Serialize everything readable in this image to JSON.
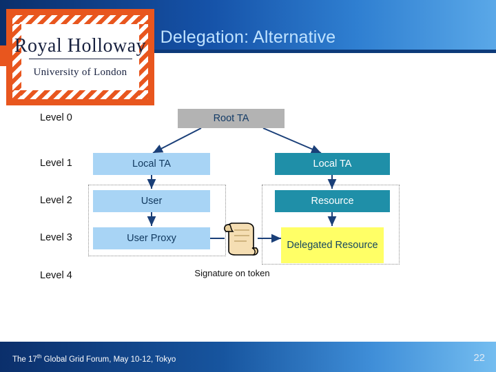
{
  "slide": {
    "title": "Delegation: Alternative",
    "logo": {
      "line1": "Royal Holloway",
      "line2": "University of London"
    },
    "footer": {
      "text_before_sup": "The 17",
      "sup": "th",
      "text_after_sup": " Global Grid Forum, May 10-12, Tokyo",
      "page_number": "22"
    },
    "levels": [
      {
        "label": "Level 0"
      },
      {
        "label": "Level 1"
      },
      {
        "label": "Level 2"
      },
      {
        "label": "Level 3"
      },
      {
        "label": "Level 4"
      }
    ],
    "nodes": {
      "root_ta": "Root TA",
      "local_ta_left": "Local TA",
      "local_ta_right": "Local TA",
      "user": "User",
      "resource": "Resource",
      "user_proxy": "User Proxy",
      "delegated_resource": "Delegated Resource"
    },
    "annotations": {
      "signature_on_token": "Signature on token",
      "scroll_icon": "scroll-token-icon"
    },
    "colors": {
      "root_node": "#b3b3b3",
      "light_node": "#a8d4f5",
      "teal_node": "#1f8fa8",
      "yellow_node": "#ffff66",
      "arrow": "#1a3f78",
      "title_text": "#bfe2ff",
      "header_band": "#0b2f6b",
      "logo_orange": "#e8561e"
    }
  }
}
